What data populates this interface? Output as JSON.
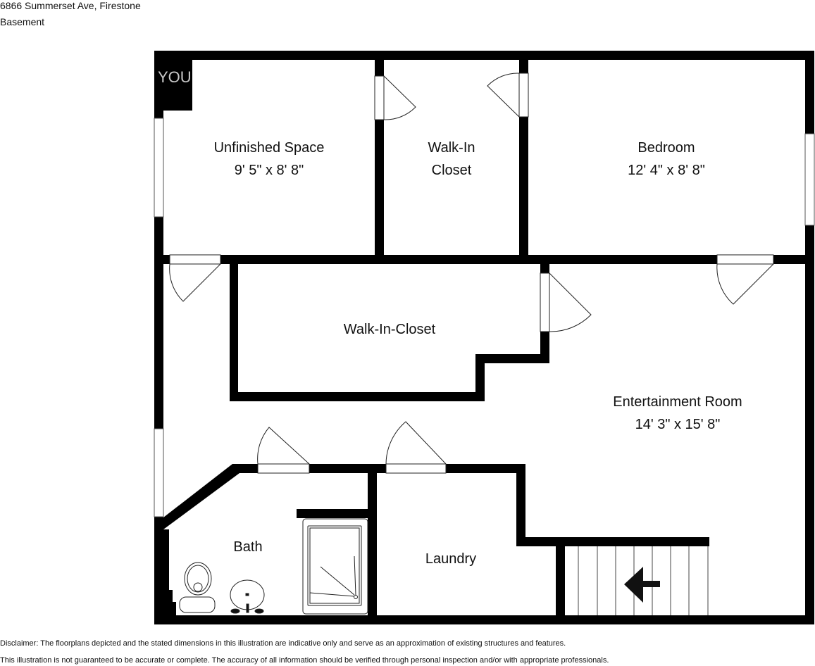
{
  "header": {
    "address": "6866 Summerset Ave, Firestone",
    "level": "Basement"
  },
  "rooms": [
    {
      "name": "Unfinished Space",
      "dimensions": "9' 5\" x 8' 8\""
    },
    {
      "name": "Walk-In",
      "name_line2": "Closet"
    },
    {
      "name": "Bedroom",
      "dimensions": "12' 4\" x 8' 8\""
    },
    {
      "name": "Walk-In-Closet"
    },
    {
      "name": "Entertainment Room",
      "dimensions": "14' 3\" x 15' 8\""
    },
    {
      "name": "Bath"
    },
    {
      "name": "Laundry"
    }
  ],
  "watermark": {
    "text": "YOU"
  },
  "colors": {
    "wall": "#000000",
    "background": "#ffffff",
    "text": "#111111"
  },
  "disclaimer": {
    "line1": "Disclaimer: The floorplans depicted and the stated dimensions in this illustration are indicative only and serve as an approximation of existing structures and features.",
    "line2": "This illustration is not guaranteed to be accurate or complete. The accuracy of all information should be verified through personal inspection and/or with appropriate professionals."
  }
}
